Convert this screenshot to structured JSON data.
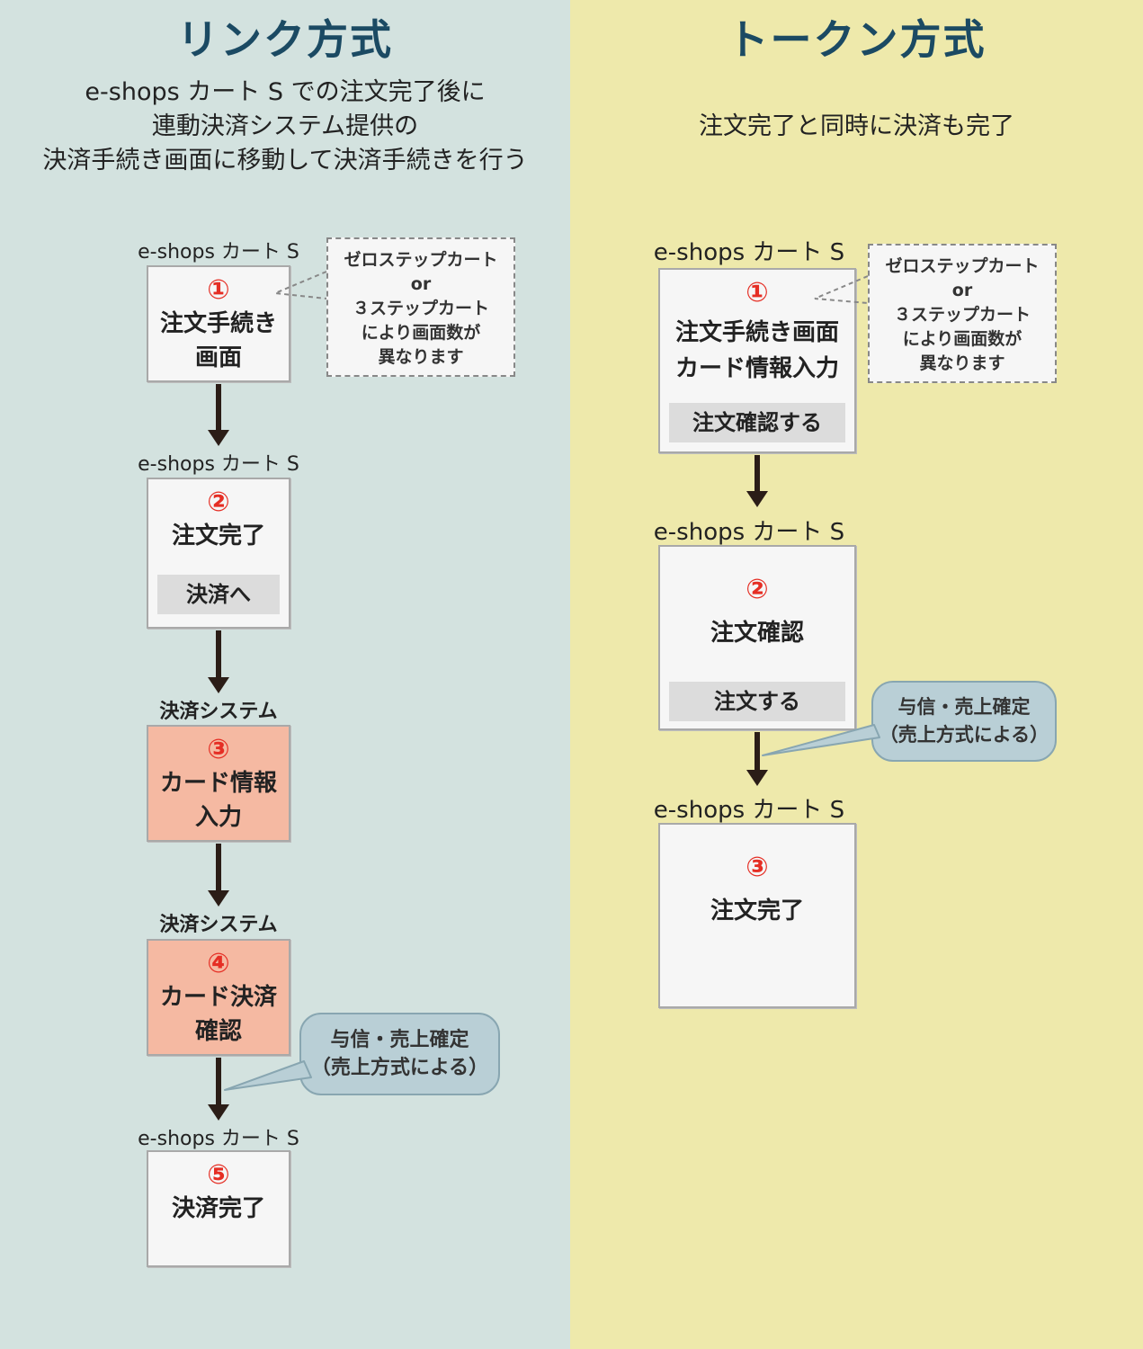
{
  "link": {
    "title": "リンク方式",
    "desc": [
      "e-shops カート S での注文完了後に",
      "連動決済システム提供の",
      "決済手続き画面に移動して決済手続きを行う"
    ],
    "step1": {
      "label": "e-shops カート S",
      "num": "①",
      "text": [
        "注文手続き",
        "画面"
      ]
    },
    "step2": {
      "label": "e-shops カート S",
      "num": "②",
      "text": [
        "注文完了"
      ],
      "button": "決済へ"
    },
    "step3": {
      "label": "決済システム",
      "num": "③",
      "text": [
        "カード情報",
        "入力"
      ]
    },
    "step4": {
      "label": "決済システム",
      "num": "④",
      "text": [
        "カード決済",
        "確認"
      ]
    },
    "step5": {
      "label": "e-shops カート S",
      "num": "⑤",
      "text": [
        "決済完了"
      ]
    },
    "note": [
      "ゼロステップカート",
      "or",
      "３ステップカート",
      "により画面数が",
      "異なります"
    ],
    "bubble": [
      "与信・売上確定",
      "（売上方式による）"
    ]
  },
  "token": {
    "title": "トークン方式",
    "desc": "注文完了と同時に決済も完了",
    "step1": {
      "label": "e-shops カート S",
      "num": "①",
      "text": [
        "注文手続き画面",
        "カード情報入力"
      ],
      "button": "注文確認する"
    },
    "step2": {
      "label": "e-shops カート S",
      "num": "②",
      "text": [
        "注文確認"
      ],
      "button": "注文する"
    },
    "step3": {
      "label": "e-shops カート S",
      "num": "③",
      "text": [
        "注文完了"
      ]
    },
    "note": [
      "ゼロステップカート",
      "or",
      "３ステップカート",
      "により画面数が",
      "異なります"
    ],
    "bubble": [
      "与信・売上確定",
      "（売上方式による）"
    ]
  },
  "colors": {
    "left_bg": "#d3e2df",
    "right_bg": "#eee9ab",
    "title": "#1b4a63",
    "step_number": "#e52e24",
    "system_box": "#f5b9a2",
    "bubble": "#b9cfd6"
  }
}
